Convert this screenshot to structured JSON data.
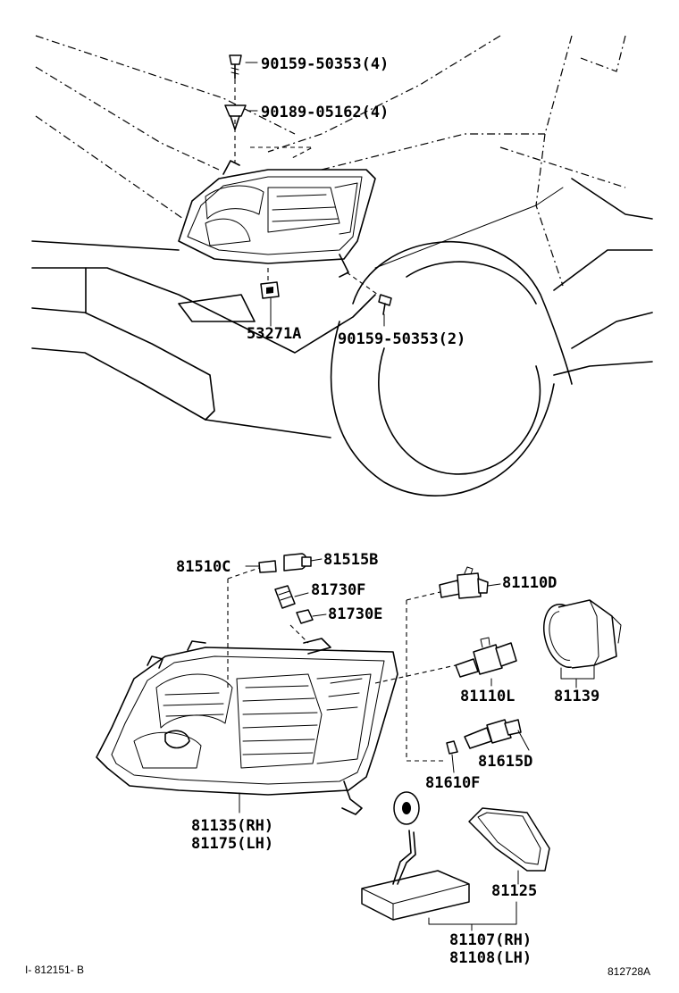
{
  "labels": {
    "bolt_top": "90159-50353(4)",
    "clip_top": "90189-05162(4)",
    "bracket": "53271A",
    "bolt_side": "90159-50353(2)",
    "p81510c": "81510C",
    "p81515b": "81515B",
    "p81730f": "81730F",
    "p81730e": "81730E",
    "p81110d": "81110D",
    "p81110l": "81110L",
    "p81139": "81139",
    "p81615d": "81615D",
    "p81610f": "81610F",
    "p81135": "81135(RH)",
    "p81175": "81175(LH)",
    "p81125": "81125",
    "p81107": "81107(RH)",
    "p81108": "81108(LH)"
  },
  "footer": {
    "left_code": "I- 812151- B",
    "right_code": "812728A"
  }
}
